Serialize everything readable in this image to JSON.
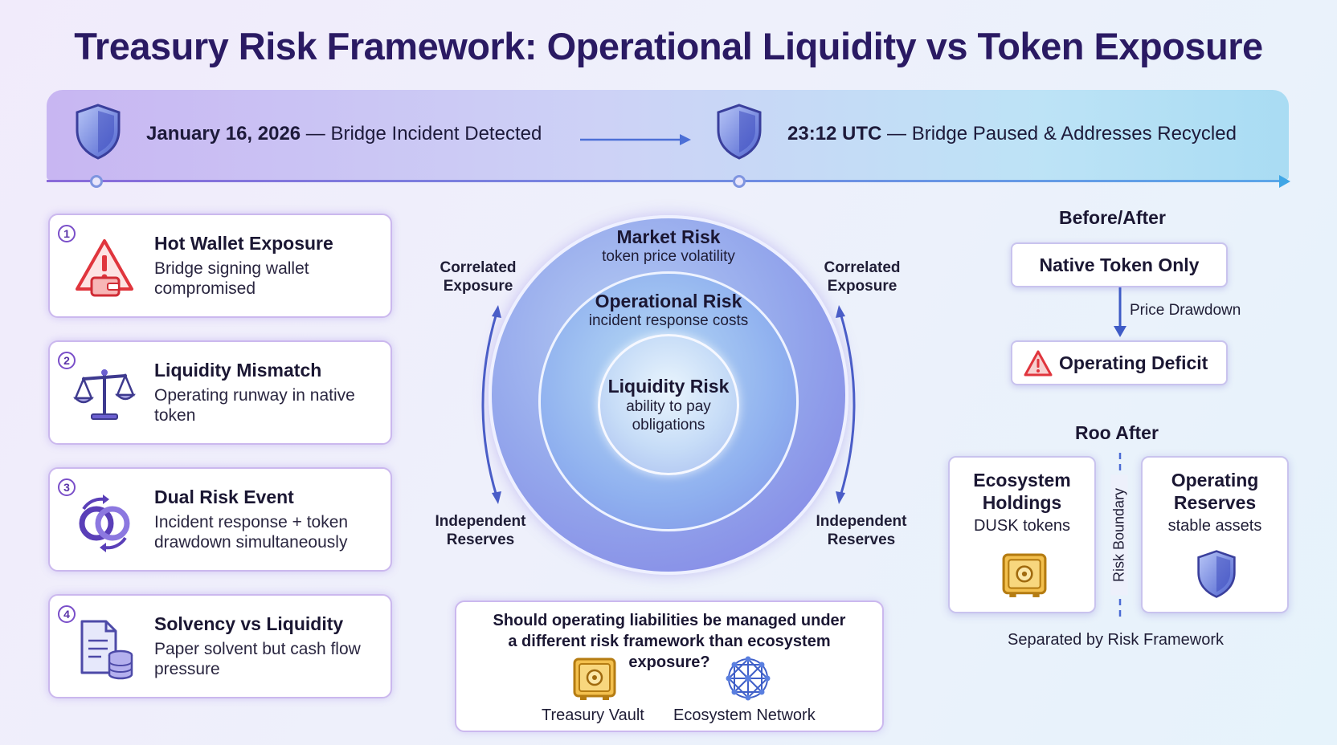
{
  "title": "Treasury Risk Framework: Operational Liquidity vs Token Exposure",
  "timeline": {
    "event1_date": "January 16, 2026",
    "event1_text": " — Bridge Incident Detected",
    "event2_time": "23:12 UTC",
    "event2_text": " — Bridge Paused & Addresses Recycled"
  },
  "cards": [
    {
      "num": "1",
      "title": "Hot Wallet Exposure",
      "desc": "Bridge signing wallet compromised",
      "icon": "warning-wallet-icon"
    },
    {
      "num": "2",
      "title": "Liquidity Mismatch",
      "desc": "Operating runway in native token",
      "icon": "balance-scale-icon"
    },
    {
      "num": "3",
      "title": "Dual Risk Event",
      "desc": "Incident response + token drawdown simultaneously",
      "icon": "linked-rings-icon"
    },
    {
      "num": "4",
      "title": "Solvency vs Liquidity",
      "desc": "Paper solvent but cash flow pressure",
      "icon": "document-coins-icon"
    }
  ],
  "rings": {
    "outer_title": "Market Risk",
    "outer_sub": "token price volatility",
    "mid_title": "Operational Risk",
    "mid_sub": "incident response costs",
    "inner_title": "Liquidity Risk",
    "inner_sub": "ability to pay obligations",
    "top_left": "Correlated Exposure",
    "top_right": "Correlated Exposure",
    "bottom_left": "Independent Reserves",
    "bottom_right": "Independent Reserves"
  },
  "question": {
    "text": "Should operating liabilities be managed under a different risk framework than ecosystem exposure?",
    "vault_label": "Treasury Vault",
    "network_label": "Ecosystem Network"
  },
  "right": {
    "before_heading": "Before/After",
    "native_token": "Native Token Only",
    "drawdown_label": "Price Drawdown",
    "deficit": "Operating Deficit",
    "after_heading": "Roo After",
    "holdings_title": "Ecosystem Holdings",
    "holdings_sub": "DUSK tokens",
    "reserves_title": "Operating Reserves",
    "reserves_sub": "stable assets",
    "boundary_label": "Risk Boundary",
    "separated_label": "Separated by Risk Framework"
  },
  "colors": {
    "title": "#2a1a63",
    "accent_purple": "#7a4fc9",
    "accent_blue": "#3fa6e6",
    "warning_red": "#e0353d",
    "gold": "#e4a52a"
  }
}
